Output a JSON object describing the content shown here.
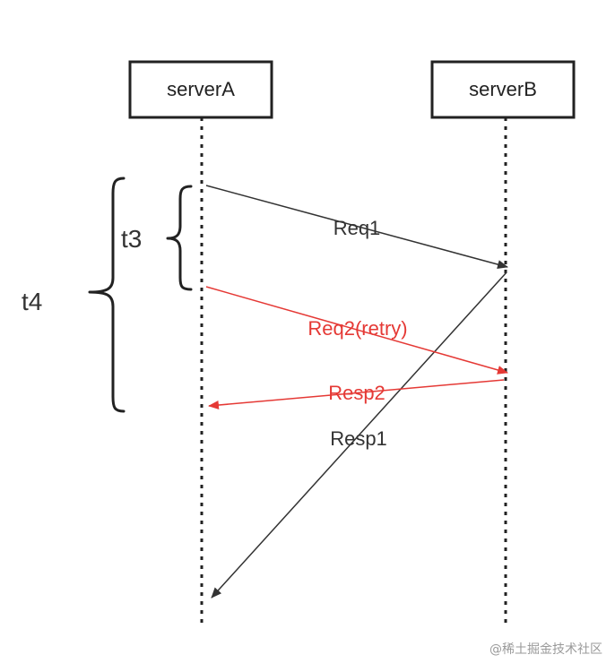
{
  "participants": {
    "server_a": "serverA",
    "server_b": "serverB"
  },
  "intervals": {
    "t3": "t3",
    "t4": "t4"
  },
  "messages": {
    "req1": "Req1",
    "req2": "Req2(retry)",
    "resp2": "Resp2",
    "resp1": "Resp1"
  },
  "colors": {
    "line": "#333333",
    "retry": "#e53935"
  },
  "watermark": "@稀土掘金技术社区"
}
